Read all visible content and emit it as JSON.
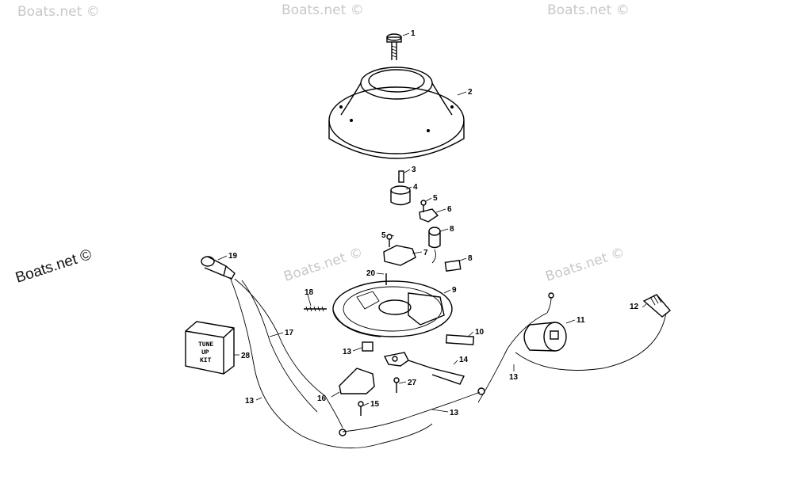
{
  "watermarks": {
    "corner": "Boats.net ©",
    "faint": "Boats.net ©"
  },
  "kit_box": {
    "line1": "TUNE",
    "line2": "UP",
    "line3": "KIT"
  },
  "callouts": [
    "1",
    "2",
    "3",
    "4",
    "5",
    "6",
    "5",
    "8",
    "7",
    "8",
    "20",
    "9",
    "18",
    "19",
    "17",
    "13",
    "28",
    "13",
    "16",
    "15",
    "27",
    "13",
    "14",
    "10",
    "11",
    "12",
    "13"
  ]
}
